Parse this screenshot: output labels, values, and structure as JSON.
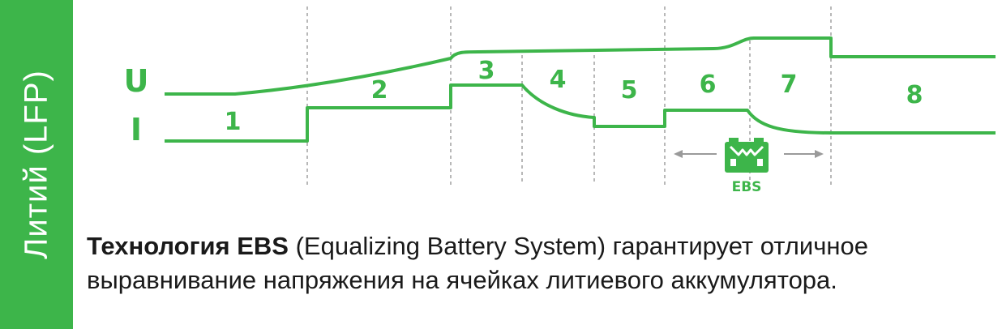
{
  "side_label": "Литий (LFP)",
  "axes": {
    "voltage": "U",
    "current": "I"
  },
  "stages": [
    "1",
    "2",
    "3",
    "4",
    "5",
    "6",
    "7",
    "8"
  ],
  "ebs_badge": "EBS",
  "caption": {
    "bold": "Технология EBS",
    "rest": " (Equalizing Battery System) гарантирует отличное выравнивание напряжения на ячейках литиевого аккумулятора."
  },
  "colors": {
    "accent": "#3db54a",
    "text": "#1a1a1a",
    "divider": "#888888",
    "arrow": "#9a9a9a"
  },
  "icons": {
    "ebs": "battery-icon",
    "arrows": [
      "left-arrow-icon",
      "right-arrow-icon"
    ]
  }
}
